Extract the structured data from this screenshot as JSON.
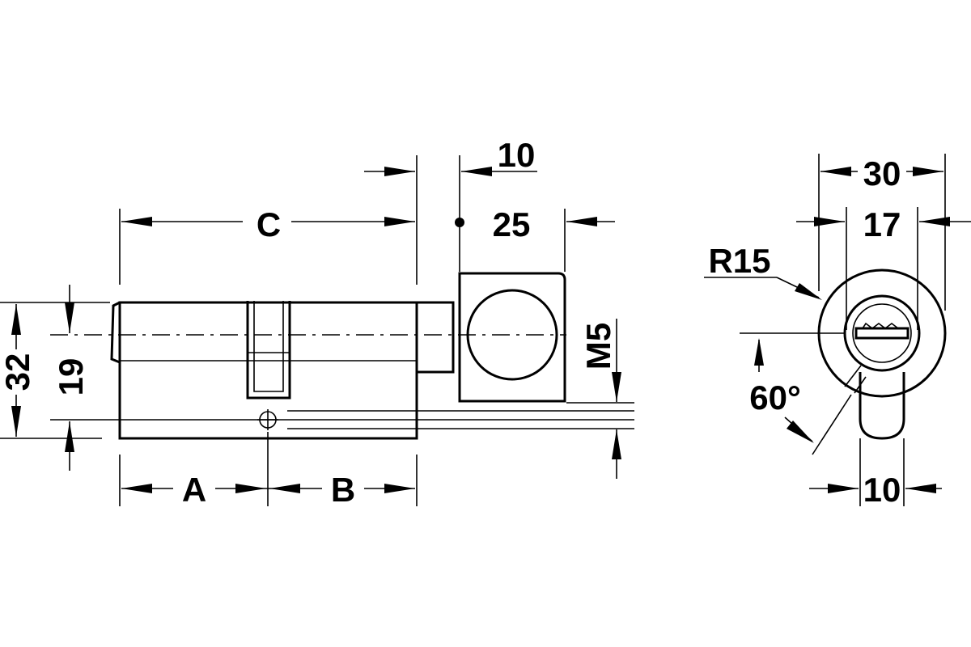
{
  "diagram": {
    "labels": {
      "A": "A",
      "B": "B",
      "C": "C",
      "d10_top": "10",
      "d25": "25",
      "d32": "32",
      "d19": "19",
      "m5": "M5",
      "d30": "30",
      "d17": "17",
      "r15": "R15",
      "angle": "60°",
      "d10_bottom": "10"
    }
  }
}
